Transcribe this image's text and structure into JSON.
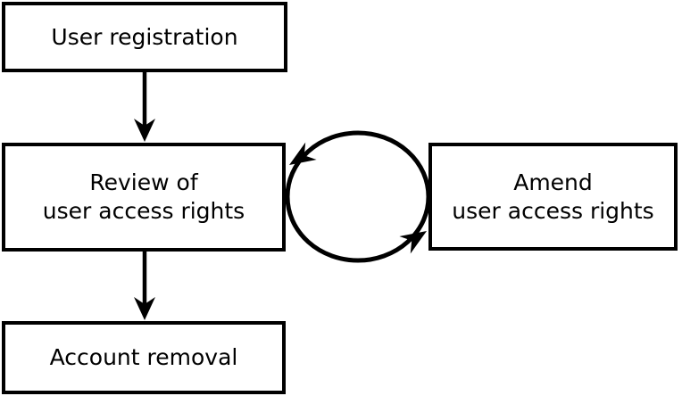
{
  "colors": {
    "stroke": "#000000",
    "node_fill": "#ffffff",
    "text": "#000000"
  },
  "nodes": {
    "user_registration": {
      "label": "User registration"
    },
    "review_access_rights": {
      "lines": [
        "Review of",
        "user access rights"
      ]
    },
    "account_removal": {
      "label": "Account removal"
    },
    "amend_access_rights": {
      "lines": [
        "Amend",
        "user access rights"
      ]
    }
  },
  "edges": [
    {
      "from": "user_registration",
      "to": "review_access_rights",
      "type": "arrow"
    },
    {
      "from": "review_access_rights",
      "to": "account_removal",
      "type": "arrow"
    },
    {
      "from": "review_access_rights",
      "to": "amend_access_rights",
      "type": "cycle-bidirectional"
    }
  ]
}
